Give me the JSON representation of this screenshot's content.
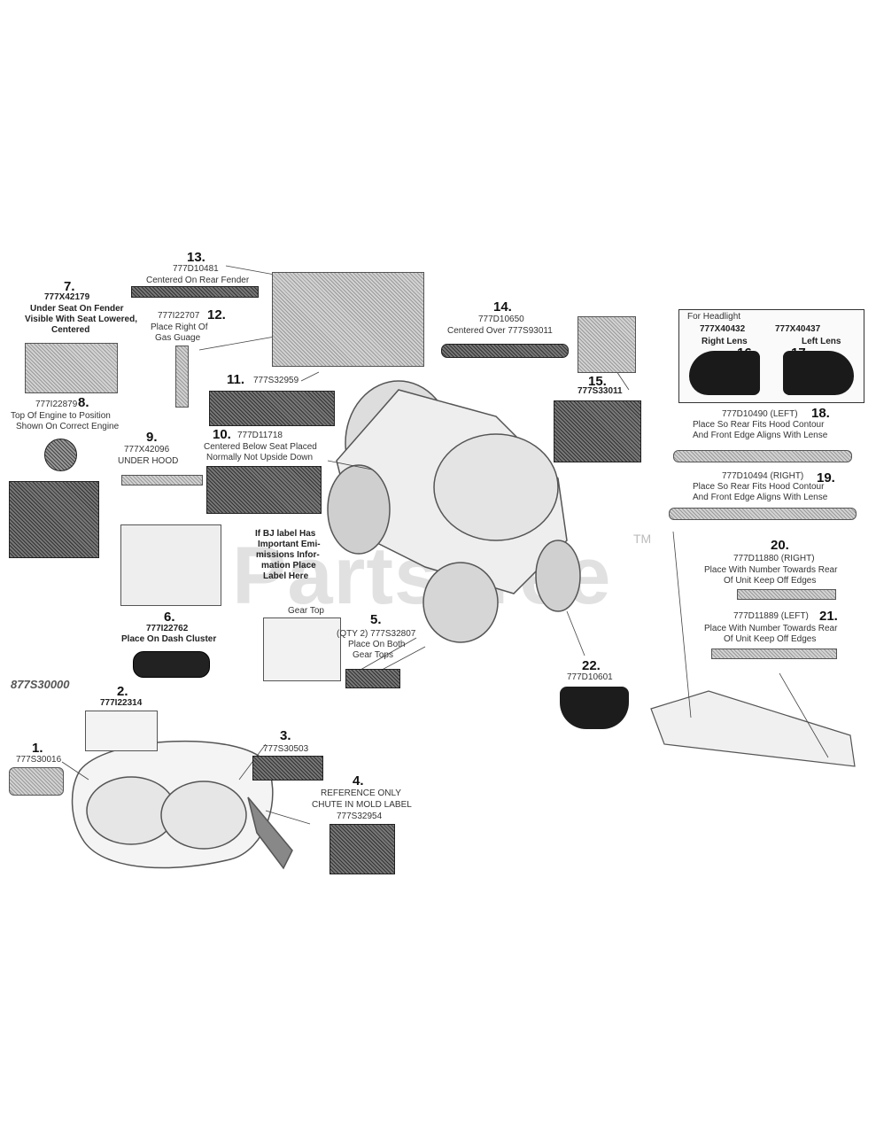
{
  "watermark": {
    "text": "PartsTree",
    "tm": "TM"
  },
  "diagram_code": "877S30000",
  "parts": [
    {
      "num": "1.",
      "code": "777S30016"
    },
    {
      "num": "2.",
      "code": "777I22314"
    },
    {
      "num": "3.",
      "code": "777S30503"
    },
    {
      "num": "4.",
      "note1": "REFERENCE ONLY",
      "note2": "CHUTE IN MOLD LABEL",
      "code": "777S32954"
    },
    {
      "num": "5.",
      "header": "Gear Top",
      "code": "(QTY 2) 777S32807",
      "note1": "Place On Both",
      "note2": "Gear Tops"
    },
    {
      "num": "6.",
      "code": "777I22762",
      "note1": "Place On Dash Cluster"
    },
    {
      "num": "7.",
      "code": "777X42179",
      "note1": "Under Seat On Fender",
      "note2": "Visible With Seat Lowered,",
      "note3": "Centered"
    },
    {
      "num": "8.",
      "code": "777I22879",
      "note1": "Top Of Engine to Position",
      "note2": "Shown On Correct Engine"
    },
    {
      "num": "9.",
      "code": "777X42096",
      "note1": "UNDER HOOD"
    },
    {
      "num": "10.",
      "code": "777D11718",
      "note1": "Centered Below Seat Placed",
      "note2": "Normally Not Upside Down"
    },
    {
      "num": "11.",
      "code": "777S32959"
    },
    {
      "num": "12.",
      "code": "777I22707",
      "note1": "Place Right Of",
      "note2": "Gas Guage"
    },
    {
      "num": "13.",
      "code": "777D10481",
      "note1": "Centered On Rear Fender"
    },
    {
      "num": "14.",
      "code": "777D10650",
      "note1": "Centered Over 777S93011"
    },
    {
      "num": "15.",
      "code": "777S33011"
    },
    {
      "num": "16.",
      "code": "777X40432",
      "note1": "Right Lens"
    },
    {
      "num": "17.",
      "code": "777X40437",
      "note1": "Left Lens"
    },
    {
      "num": "18.",
      "code": "777D10490 (LEFT)",
      "note1": "Place So Rear Fits Hood Contour",
      "note2": "And Front Edge Aligns With Lense"
    },
    {
      "num": "19.",
      "code": "777D10494 (RIGHT)",
      "note1": "Place So Rear Fits Hood Contour",
      "note2": "And Front Edge Aligns With Lense"
    },
    {
      "num": "20.",
      "code": "777D11880 (RIGHT)",
      "note1": "Place With Number Towards Rear",
      "note2": "Of Unit Keep Off Edges"
    },
    {
      "num": "21.",
      "code": "777D11889 (LEFT)",
      "note1": "Place With Number Towards Rear",
      "note2": "Of Unit Keep Off Edges"
    },
    {
      "num": "22.",
      "code": "777D10601"
    }
  ],
  "headlight_box": {
    "title": "For Headlight"
  },
  "emission_note": {
    "l1": "If BJ label Has",
    "l2": "Important Emi-",
    "l3": "missions Infor-",
    "l4": "mation Place",
    "l5": "Label Here"
  }
}
